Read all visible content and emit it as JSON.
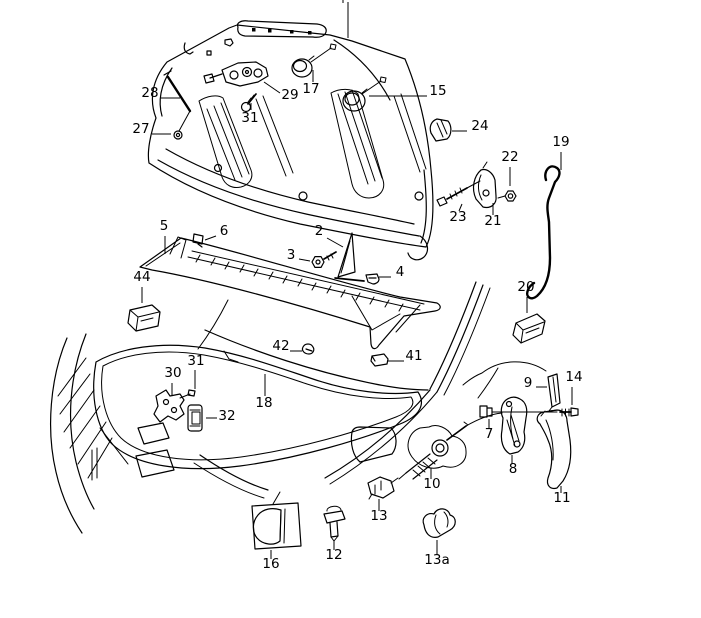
{
  "page": {
    "background": "#ffffff",
    "ink": "#000000",
    "description": "Exploded parts diagram of a vehicle hood, cowl panel, hood release cable and lock assembly"
  },
  "callouts": [
    {
      "label": "28"
    },
    {
      "label": "27"
    },
    {
      "label": "29"
    },
    {
      "label": "31"
    },
    {
      "label": "17"
    },
    {
      "label": "15"
    },
    {
      "label": "24"
    },
    {
      "label": "22"
    },
    {
      "label": "19"
    },
    {
      "label": "23"
    },
    {
      "label": "21"
    },
    {
      "label": "5"
    },
    {
      "label": "6"
    },
    {
      "label": "2"
    },
    {
      "label": "3"
    },
    {
      "label": "4"
    },
    {
      "label": "44"
    },
    {
      "label": "20"
    },
    {
      "label": "42"
    },
    {
      "label": "41"
    },
    {
      "label": "31"
    },
    {
      "label": "30"
    },
    {
      "label": "18"
    },
    {
      "label": "32"
    },
    {
      "label": "9"
    },
    {
      "label": "14"
    },
    {
      "label": "7"
    },
    {
      "label": "8"
    },
    {
      "label": "10"
    },
    {
      "label": "11"
    },
    {
      "label": "13"
    },
    {
      "label": "12"
    },
    {
      "label": "16"
    },
    {
      "label": "13a"
    }
  ]
}
